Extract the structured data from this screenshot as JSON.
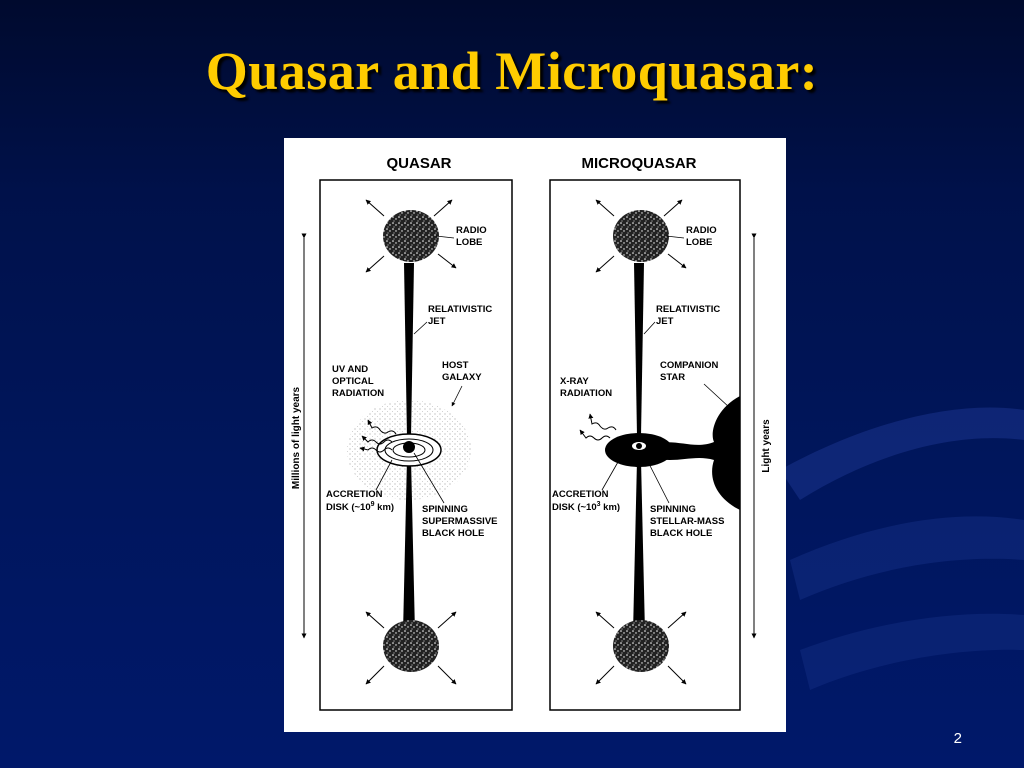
{
  "slide": {
    "title": "Quasar and Microquasar:",
    "page_number": "2"
  },
  "colors": {
    "background": "#00165c",
    "title": "#ffcc00",
    "figure_background": "#ffffff"
  },
  "diagram": {
    "quasar": {
      "header": "QUASAR",
      "axis_label": "Millions of light years",
      "labels": {
        "radio_lobe": [
          "RADIO",
          "LOBE"
        ],
        "jet": [
          "RELATIVISTIC",
          "JET"
        ],
        "radiation": [
          "UV AND",
          "OPTICAL",
          "RADIATION"
        ],
        "host": [
          "HOST",
          "GALAXY"
        ],
        "disk": [
          "ACCRETION",
          "DISK (~10",
          "9",
          " km)"
        ],
        "black_hole": [
          "SPINNING",
          "SUPERMASSIVE",
          "BLACK HOLE"
        ]
      }
    },
    "microquasar": {
      "header": "MICROQUASAR",
      "axis_label": "Light years",
      "labels": {
        "radio_lobe": [
          "RADIO",
          "LOBE"
        ],
        "jet": [
          "RELATIVISTIC",
          "JET"
        ],
        "companion": [
          "COMPANION",
          "STAR"
        ],
        "radiation": [
          "X-RAY",
          "RADIATION"
        ],
        "disk": [
          "ACCRETION",
          "DISK (~10",
          "3",
          " km)"
        ],
        "black_hole": [
          "SPINNING",
          "STELLAR-MASS",
          "BLACK HOLE"
        ]
      }
    }
  }
}
